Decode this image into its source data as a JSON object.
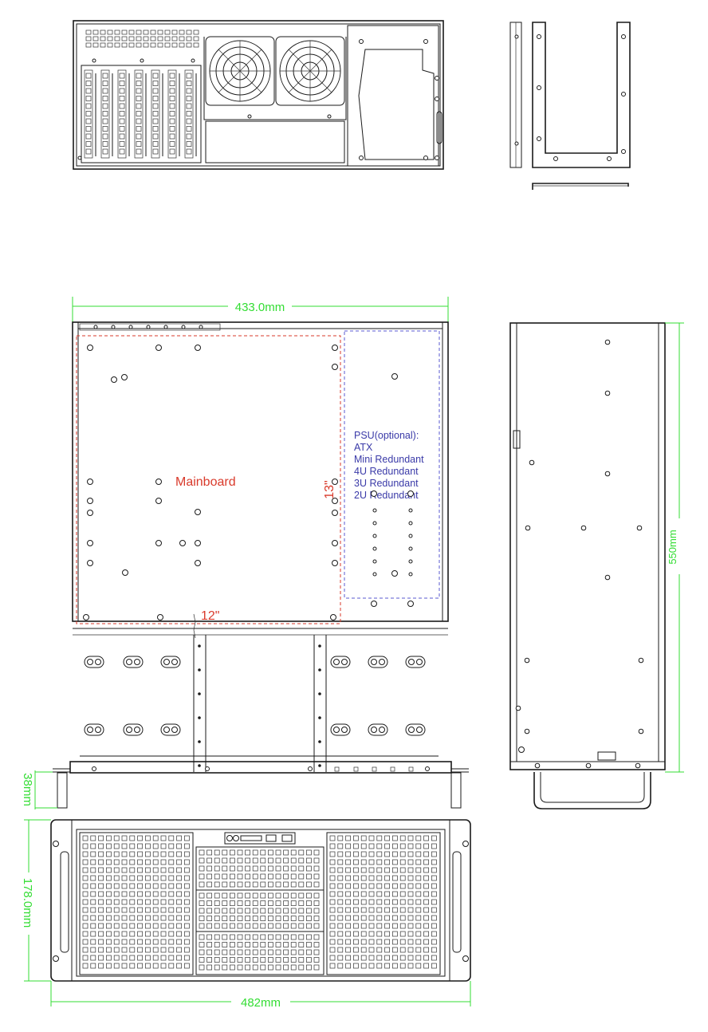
{
  "dimensions": {
    "width_top": "433.0mm",
    "depth_side": "550mm",
    "rail_height": "38mm",
    "front_height": "178.0mm",
    "front_width": "482mm"
  },
  "mainboard": {
    "label": "Mainboard",
    "height_label": "13\"",
    "width_label": "12\""
  },
  "psu": {
    "lines": [
      "PSU(optional):",
      "ATX",
      "Mini Redundant",
      "4U Redundant",
      "3U Redundant",
      "2U Redundant"
    ]
  },
  "colors": {
    "dimension": "#33dd33",
    "mainboard_outline": "#d93a2b",
    "psu_outline": "#5a5ad0",
    "line": "#1a1a1a"
  }
}
